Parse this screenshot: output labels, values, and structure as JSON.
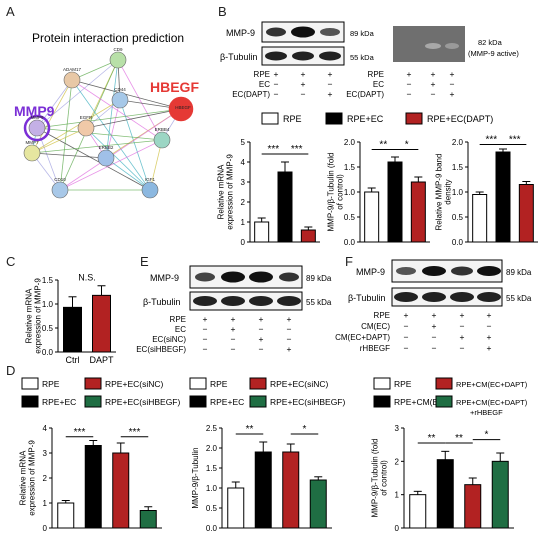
{
  "panel_labels": {
    "A": "A",
    "B": "B",
    "C": "C",
    "D": "D",
    "E": "E",
    "F": "F"
  },
  "panel_a": {
    "title": "Protein interaction prediction",
    "highlight_left": "MMP9",
    "highlight_right": "HBEGF",
    "nodes": [
      "CD9",
      "ADAM17",
      "CD44",
      "HBEGF",
      "MMP9",
      "EGFR",
      "MMP7",
      "ERBB4",
      "ERBB2",
      "IGF1",
      "CD10"
    ]
  },
  "panel_b": {
    "blot_labels": [
      "MMP-9",
      "β-Tubulin"
    ],
    "kda": [
      "89 kDa",
      "55 kDa"
    ],
    "zymo_kda": "82 kDa",
    "zymo_note": "(MMP-9 active)",
    "conditions": [
      {
        "label": "RPE",
        "marks": [
          "+",
          "+",
          "+"
        ]
      },
      {
        "label": "EC",
        "marks": [
          "−",
          "+",
          "−"
        ]
      },
      {
        "label": "EC(DAPT)",
        "marks": [
          "−",
          "−",
          "+"
        ]
      }
    ],
    "legend": [
      "RPE",
      "RPE+EC",
      "RPE+EC(DAPT)"
    ]
  },
  "panel_e": {
    "blot_labels": [
      "MMP-9",
      "β-Tubulin"
    ],
    "kda": [
      "89 kDa",
      "55 kDa"
    ],
    "conditions": [
      {
        "label": "RPE",
        "marks": [
          "+",
          "+",
          "+",
          "+"
        ]
      },
      {
        "label": "EC",
        "marks": [
          "−",
          "+",
          "−",
          "−"
        ]
      },
      {
        "label": "EC(siNC)",
        "marks": [
          "−",
          "−",
          "+",
          "−"
        ]
      },
      {
        "label": "EC(siHBEGF)",
        "marks": [
          "−",
          "−",
          "−",
          "+"
        ]
      }
    ]
  },
  "panel_f": {
    "blot_labels": [
      "MMP-9",
      "β-Tubulin"
    ],
    "kda": [
      "89 kDa",
      "55 kDa"
    ],
    "conditions": [
      {
        "label": "RPE",
        "marks": [
          "+",
          "+",
          "+",
          "+"
        ]
      },
      {
        "label": "CM(EC)",
        "marks": [
          "−",
          "+",
          "−",
          "−"
        ]
      },
      {
        "label": "CM(EC+DAPT)",
        "marks": [
          "−",
          "−",
          "+",
          "+"
        ]
      },
      {
        "label": "rHBEGF",
        "marks": [
          "−",
          "−",
          "−",
          "+"
        ]
      }
    ]
  },
  "panel_d": {
    "legend_1": [
      "RPE",
      "RPE+EC(siNC)",
      "RPE+EC",
      "RPE+EC(siHBEGF)"
    ],
    "legend_3": [
      "RPE",
      "RPE+CM(EC+DAPT)",
      "RPE+CM(EC)",
      "RPE+CM(EC+DAPT)",
      "+rHBEGF"
    ]
  },
  "colors": {
    "white": "#ffffff",
    "black": "#000000",
    "red": "#b22222",
    "green": "#1f6e43"
  },
  "chart_data": [
    {
      "id": "b1",
      "type": "bar",
      "ylabel": "Relative mRNA expression of MMP-9",
      "categories": [
        "RPE",
        "RPE+EC",
        "RPE+EC(DAPT)"
      ],
      "values": [
        1.0,
        3.5,
        0.6
      ],
      "errors": [
        0.2,
        0.5,
        0.15
      ],
      "ylim": [
        0,
        5
      ],
      "yticks": [
        0,
        1,
        2,
        3,
        4,
        5
      ],
      "sig": [
        "***",
        "***"
      ]
    },
    {
      "id": "b2",
      "type": "bar",
      "ylabel": "MMP-9/β-Tubulin (fold of control)",
      "categories": [
        "RPE",
        "RPE+EC",
        "RPE+EC(DAPT)"
      ],
      "values": [
        1.0,
        1.6,
        1.2
      ],
      "errors": [
        0.08,
        0.1,
        0.1
      ],
      "ylim": [
        0,
        2.0
      ],
      "yticks": [
        0,
        0.5,
        1.0,
        1.5,
        2.0
      ],
      "sig": [
        "**",
        "*"
      ]
    },
    {
      "id": "b3",
      "type": "bar",
      "ylabel": "Relative MMP-9 band density",
      "categories": [
        "RPE",
        "RPE+EC",
        "RPE+EC(DAPT)"
      ],
      "values": [
        0.95,
        1.8,
        1.15
      ],
      "errors": [
        0.05,
        0.06,
        0.06
      ],
      "ylim": [
        0,
        2.0
      ],
      "yticks": [
        0,
        0.5,
        1.0,
        1.5,
        2.0
      ],
      "sig": [
        "***",
        "***"
      ]
    },
    {
      "id": "c",
      "type": "bar",
      "ylabel": "Relative mRNA expression of MMP-9",
      "categories": [
        "Ctrl",
        "DAPT"
      ],
      "values": [
        0.93,
        1.18
      ],
      "errors": [
        0.22,
        0.2
      ],
      "ylim": [
        0,
        1.5
      ],
      "yticks": [
        0,
        0.5,
        1.0,
        1.5
      ],
      "sig": [
        "N.S."
      ]
    },
    {
      "id": "d1",
      "type": "bar",
      "ylabel": "Relative mRNA expression of MMP-9",
      "categories": [
        "RPE",
        "RPE+EC",
        "RPE+EC(siNC)",
        "RPE+EC(siHBEGF)"
      ],
      "values": [
        1.0,
        3.3,
        3.0,
        0.7
      ],
      "errors": [
        0.1,
        0.2,
        0.4,
        0.15
      ],
      "ylim": [
        0,
        4
      ],
      "yticks": [
        0,
        1,
        2,
        3,
        4
      ],
      "sig": [
        "***",
        "***"
      ]
    },
    {
      "id": "d2",
      "type": "bar",
      "ylabel": "MMP-9/β-Tubulin",
      "categories": [
        "RPE",
        "RPE+EC",
        "RPE+EC(siNC)",
        "RPE+EC(siHBEGF)"
      ],
      "values": [
        1.0,
        1.9,
        1.9,
        1.2
      ],
      "errors": [
        0.15,
        0.25,
        0.2,
        0.08
      ],
      "ylim": [
        0,
        2.5
      ],
      "yticks": [
        0,
        0.5,
        1.0,
        1.5,
        2.0,
        2.5
      ],
      "sig": [
        "**",
        "*"
      ]
    },
    {
      "id": "d3",
      "type": "bar",
      "ylabel": "MMP-9/β-Tubulin (fold of control)",
      "categories": [
        "RPE",
        "RPE+CM(EC)",
        "RPE+CM(EC+DAPT)",
        "RPE+CM(EC+DAPT)+rHBEGF"
      ],
      "values": [
        1.0,
        2.05,
        1.3,
        2.0
      ],
      "errors": [
        0.1,
        0.25,
        0.2,
        0.25
      ],
      "ylim": [
        0,
        3
      ],
      "yticks": [
        0,
        1,
        2,
        3
      ],
      "sig": [
        "**",
        "**",
        "*"
      ]
    }
  ]
}
